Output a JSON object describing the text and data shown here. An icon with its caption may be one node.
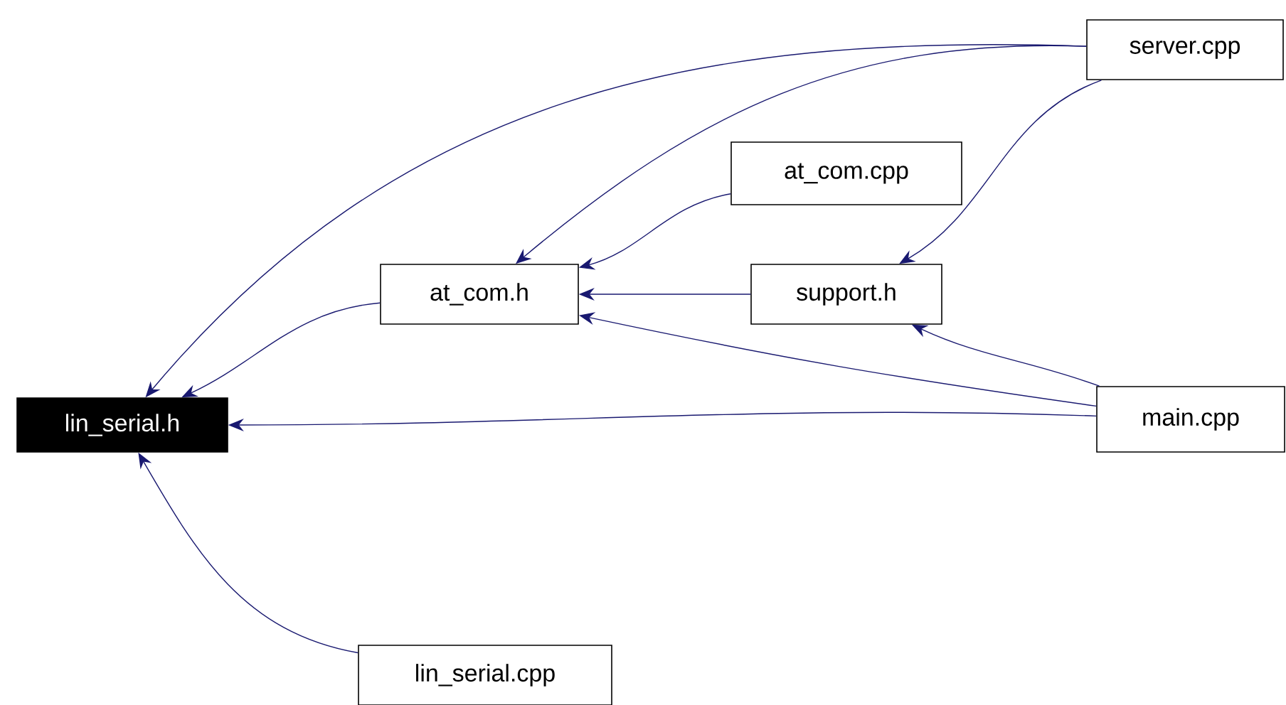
{
  "diagram": {
    "nodes": [
      {
        "text": [
          "lin_serial.h"
        ]
      },
      {
        "text": [
          "at_com.h"
        ]
      },
      {
        "text": [
          "at_com.cpp"
        ]
      },
      {
        "text": [
          "support.h"
        ]
      },
      {
        "text": [
          "server.cpp"
        ]
      },
      {
        "text": [
          "main.cpp"
        ]
      },
      {
        "text": [
          "lin_serial.cpp"
        ]
      }
    ],
    "edges": [
      {
        "from": 4,
        "to": 0,
        "arrow": "to"
      },
      {
        "from": 4,
        "to": 1,
        "arrow": "to"
      },
      {
        "from": 4,
        "to": 3,
        "arrow": "to"
      },
      {
        "from": 2,
        "to": 1,
        "arrow": "to"
      },
      {
        "from": 3,
        "to": 1,
        "arrow": "to"
      },
      {
        "from": 5,
        "to": 1,
        "arrow": "to"
      },
      {
        "from": 5,
        "to": 3,
        "arrow": "to"
      },
      {
        "from": 5,
        "to": 0,
        "arrow": "to"
      },
      {
        "from": 1,
        "to": 0,
        "arrow": "to"
      },
      {
        "from": 6,
        "to": 0,
        "arrow": "to"
      }
    ]
  }
}
